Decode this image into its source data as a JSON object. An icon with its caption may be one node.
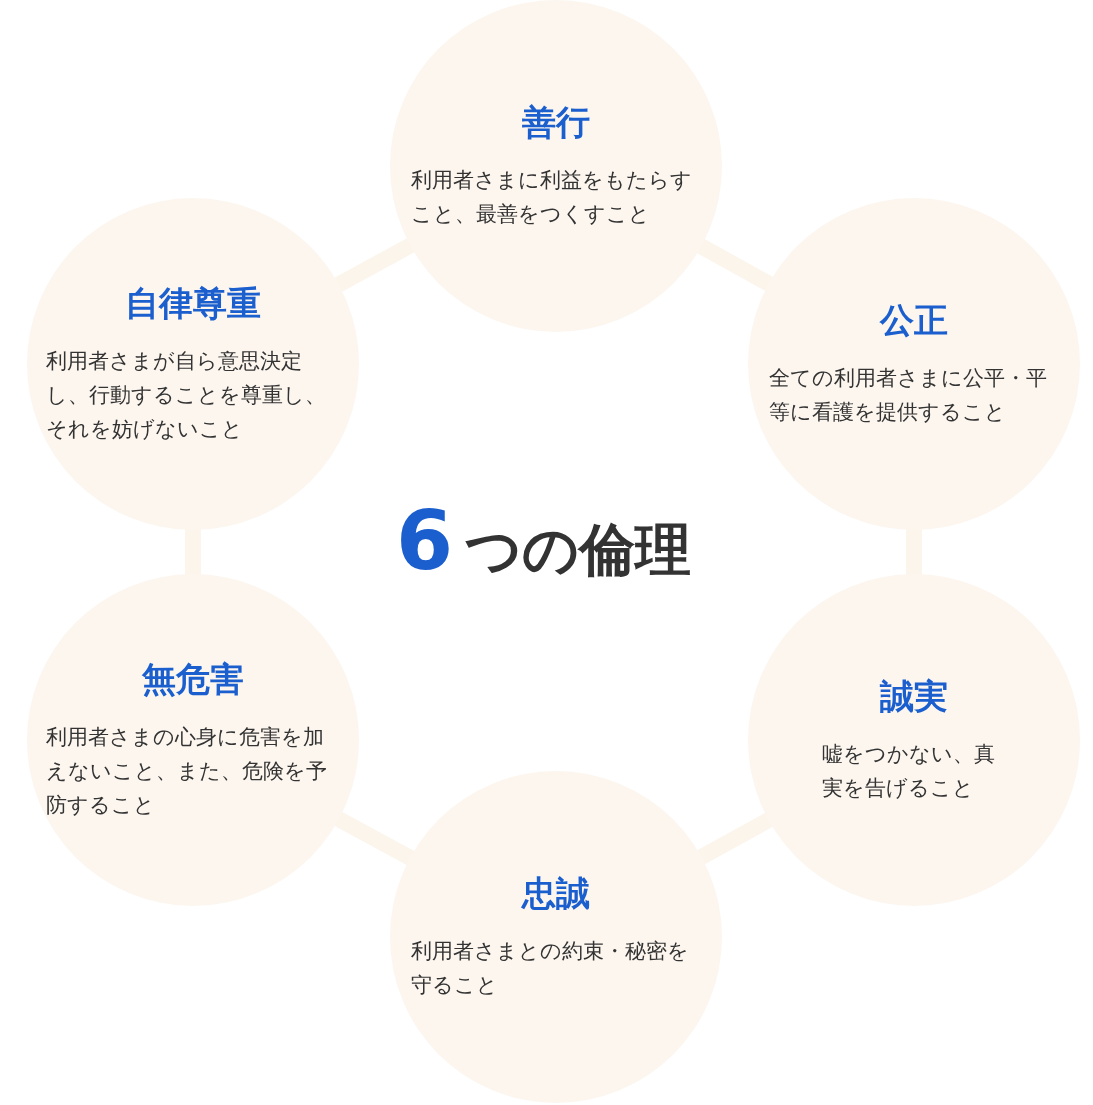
{
  "diagram": {
    "title": "6つの倫理",
    "nodes": [
      {
        "text": [
          "善行",
          "利用者さまに利益をもたらすこと、最善をつくすこと"
        ]
      },
      {
        "text": [
          "自律尊重",
          "利用者さまが自ら意思決定し、行動することを尊重し、それを妨げないこと"
        ]
      },
      {
        "text": [
          "公正",
          "全ての利用者さまに公平・平等に看護を提供すること"
        ]
      },
      {
        "text": [
          "無危害",
          "利用者さまの心身に危害を加えないこと、また、危険を予防すること"
        ]
      },
      {
        "text": [
          "誠実",
          "嘘をつかない、真実を告げること"
        ]
      },
      {
        "text": [
          "忠誠",
          "利用者さまとの約束・秘密を守ること"
        ]
      }
    ],
    "edges": [
      {
        "from": 0,
        "to": 2,
        "arrow": "none"
      },
      {
        "from": 2,
        "to": 4,
        "arrow": "none"
      },
      {
        "from": 4,
        "to": 5,
        "arrow": "none"
      },
      {
        "from": 5,
        "to": 3,
        "arrow": "none"
      },
      {
        "from": 3,
        "to": 1,
        "arrow": "none"
      },
      {
        "from": 1,
        "to": 0,
        "arrow": "none"
      }
    ]
  }
}
